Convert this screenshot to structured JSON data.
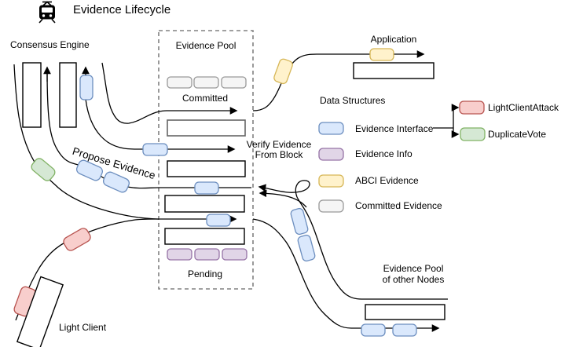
{
  "header": {
    "title": "Evidence Lifecycle",
    "icon": "train-icon"
  },
  "consensus": {
    "label": "Consensus Engine",
    "propose_label": "Propose Evidence"
  },
  "pool": {
    "title": "Evidence Pool",
    "committed_label": "Committed",
    "pending_label": "Pending"
  },
  "verify": {
    "line1": "Verify Evidence",
    "line2": "From Block"
  },
  "application": {
    "label": "Application"
  },
  "light_client": {
    "label": "Light Client"
  },
  "other_nodes": {
    "line1": "Evidence Pool",
    "line2": "of other Nodes"
  },
  "legend": {
    "title": "Data Structures",
    "items": [
      {
        "label": "Evidence Interface",
        "color": "blue"
      },
      {
        "label": "Evidence Info",
        "color": "purple"
      },
      {
        "label": "ABCI Evidence",
        "color": "yellow"
      },
      {
        "label": "Committed Evidence",
        "color": "gray"
      }
    ],
    "interface_types": [
      {
        "label": "LightClientAttack",
        "color": "red"
      },
      {
        "label": "DuplicateVote",
        "color": "green"
      }
    ]
  },
  "colors": {
    "blue-fill": "#dae8fc",
    "blue-stroke": "#6c8ebf",
    "purple-fill": "#e1d5e7",
    "purple-stroke": "#9673a6",
    "yellow-fill": "#fff2cc",
    "yellow-stroke": "#d6b656",
    "gray-fill": "#f5f5f5",
    "gray-stroke": "#999999",
    "red-fill": "#f8cecc",
    "red-stroke": "#b85450",
    "green-fill": "#d5e8d4",
    "green-stroke": "#82b366",
    "line": "#000000"
  }
}
